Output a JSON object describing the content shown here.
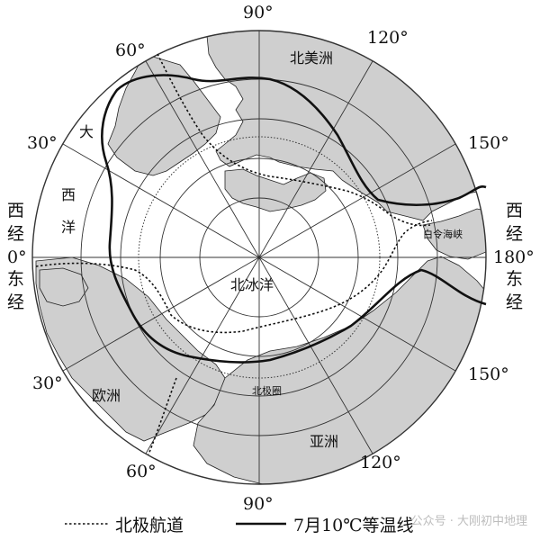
{
  "degree_labels": {
    "top_90": "90°",
    "bottom_90": "90°",
    "upper_60": "60°",
    "upper_120": "120°",
    "left_30_top": "30°",
    "right_150_top": "150°",
    "left_0": "0°",
    "right_180": "180°",
    "left_30_bottom": "30°",
    "right_150_bottom": "150°",
    "lower_60": "60°",
    "lower_120": "120°"
  },
  "side_labels": {
    "west_char1": "西",
    "west_char2": "经",
    "east_char1": "东",
    "east_char2": "经",
    "west_right_char1": "西",
    "west_right_char2": "经",
    "east_right_char1": "东",
    "east_right_char2": "经"
  },
  "region_labels": {
    "north_america": "北美洲",
    "atlantic_da": "大",
    "atlantic_xi": "西",
    "atlantic_yang": "洋",
    "arctic_ocean": "北冰洋",
    "bering_strait": "白令海峡",
    "europe": "欧洲",
    "asia": "亚洲",
    "arctic_circle": "北极圈"
  },
  "legend": {
    "route_label": "北极航道",
    "isotherm_label": "7月10℃等温线"
  },
  "watermark": "公众号 · 大刚初中地理",
  "colors": {
    "land": "#cfcfcf",
    "ocean": "#ffffff",
    "line": "#111111"
  }
}
